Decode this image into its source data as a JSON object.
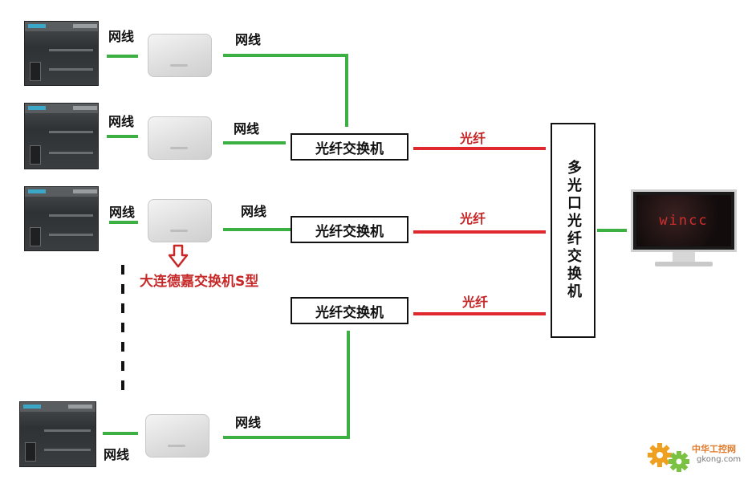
{
  "colors": {
    "ethernet": "#3cb043",
    "fiber": "#e0292e",
    "box_border": "#111111",
    "callout": "#c62828"
  },
  "labels": {
    "cable": "网线",
    "fiber": "光纤",
    "fiber_switch": "光纤交换机",
    "multi_port_fiber_switch": "多光口光纤交换机",
    "switch_model": "大连德嘉交换机S型",
    "hmi": "wincc"
  },
  "watermark": {
    "name": "中华工控网",
    "url": "gkong.com"
  }
}
